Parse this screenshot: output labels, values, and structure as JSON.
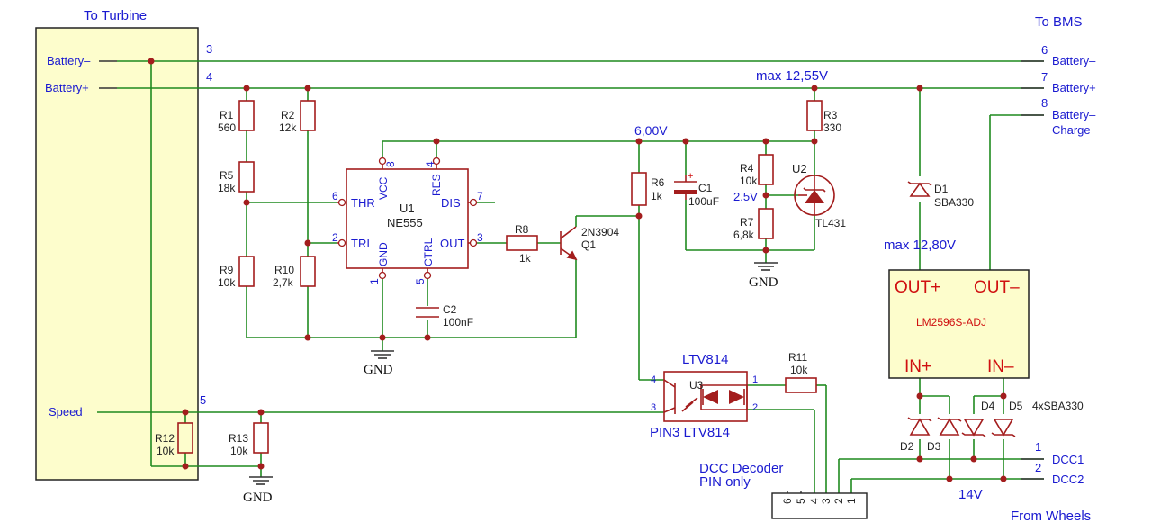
{
  "connectors": {
    "turbine": {
      "title": "To Turbine",
      "batt_minus": "Battery–",
      "batt_plus": "Battery+",
      "speed": "Speed",
      "pin_bm": "3",
      "pin_bp": "4",
      "pin_speed": "5"
    },
    "bms": {
      "title": "To BMS",
      "batt_minus": "Battery–",
      "batt_plus": "Battery+",
      "batt_charge": "Battery–",
      "charge_word": "Charge",
      "pin_bm": "6",
      "pin_bp": "7",
      "pin_charge": "8"
    },
    "wheels": {
      "title": "From Wheels",
      "dcc1": "DCC1",
      "dcc2": "DCC2",
      "pin1": "1",
      "pin2": "2"
    },
    "decoder": {
      "title1": "DCC Decoder",
      "title2": "PIN only",
      "pins": [
        "6",
        "5",
        "4",
        "3",
        "2",
        "1"
      ]
    }
  },
  "voltages": {
    "max_bms": "max 12,55V",
    "rail": "6,00V",
    "ref": "2.5V",
    "max_out": "max 12,80V",
    "wheels": "14V"
  },
  "resistors": {
    "R1": {
      "ref": "R1",
      "val": "560"
    },
    "R2": {
      "ref": "R2",
      "val": "12k"
    },
    "R3": {
      "ref": "R3",
      "val": "330"
    },
    "R4": {
      "ref": "R4",
      "val": "10k"
    },
    "R5": {
      "ref": "R5",
      "val": "18k"
    },
    "R6": {
      "ref": "R6",
      "val": "1k"
    },
    "R7": {
      "ref": "R7",
      "val": "6,8k"
    },
    "R8": {
      "ref": "R8",
      "val": "1k"
    },
    "R9": {
      "ref": "R9",
      "val": "10k"
    },
    "R10": {
      "ref": "R10",
      "val": "2,7k"
    },
    "R11": {
      "ref": "R11",
      "val": "10k"
    },
    "R12": {
      "ref": "R12",
      "val": "10k"
    },
    "R13": {
      "ref": "R13",
      "val": "10k"
    }
  },
  "caps": {
    "C1": {
      "ref": "C1",
      "val": "100uF"
    },
    "C2": {
      "ref": "C2",
      "val": "100nF"
    }
  },
  "u1": {
    "ref": "U1",
    "part": "NE555",
    "vcc": "VCC",
    "res": "RES",
    "thr": "THR",
    "dis": "DIS",
    "tri": "TRI",
    "out": "OUT",
    "gnd": "GND",
    "ctrl": "CTRL",
    "p8": "8",
    "p4": "4",
    "p6": "6",
    "p7": "7",
    "p2": "2",
    "p3": "3",
    "p1": "1",
    "p5": "5"
  },
  "q1": {
    "part": "2N3904",
    "ref": "Q1"
  },
  "u2": {
    "ref": "U2",
    "part": "TL431"
  },
  "u3": {
    "top": "LTV814",
    "ref": "U3",
    "caption": "PIN3 LTV814",
    "p1": "1",
    "p2": "2",
    "p3": "3",
    "p4": "4"
  },
  "d1": {
    "ref": "D1",
    "part": "SBA330"
  },
  "bridge": {
    "d2": "D2",
    "d3": "D3",
    "d4": "D4",
    "d5": "D5",
    "part": "4xSBA330"
  },
  "reg": {
    "part": "LM2596S-ADJ",
    "out_plus": "OUT+",
    "out_minus": "OUT–",
    "in_plus": "IN+",
    "in_minus": "IN–"
  },
  "gnd_label": "GND"
}
